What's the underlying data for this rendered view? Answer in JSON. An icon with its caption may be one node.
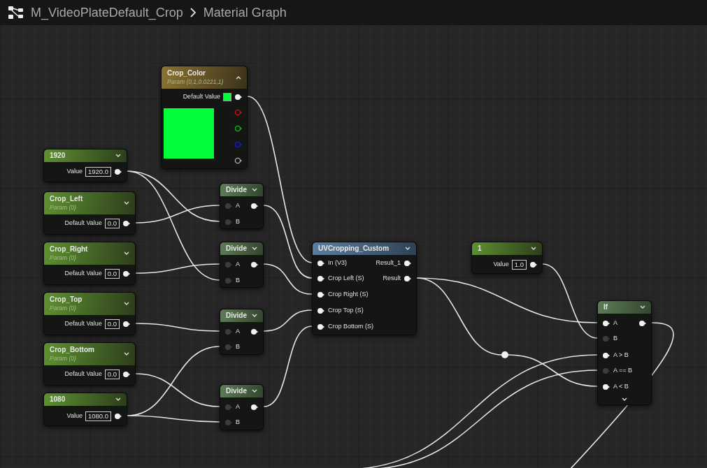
{
  "diagram": {
    "nodes": [
      {
        "text": [
          "Crop_Color",
          "Param (0,1,0.0221,1)",
          "Default Value"
        ]
      },
      {
        "text": [
          "1920",
          "Value",
          "1920.0"
        ]
      },
      {
        "text": [
          "Crop_Left",
          "Param (0)",
          "Default Value",
          "0.0"
        ]
      },
      {
        "text": [
          "Crop_Right",
          "Param (0)",
          "Default Value",
          "0.0"
        ]
      },
      {
        "text": [
          "Crop_Top",
          "Param (0)",
          "Default Value",
          "0.0"
        ]
      },
      {
        "text": [
          "Crop_Bottom",
          "Param (0)",
          "Default Value",
          "0.0"
        ]
      },
      {
        "text": [
          "1080",
          "Value",
          "1080.0"
        ]
      },
      {
        "text": [
          "Divide",
          "A",
          "B"
        ]
      },
      {
        "text": [
          "Divide",
          "A",
          "B"
        ]
      },
      {
        "text": [
          "Divide",
          "A",
          "B"
        ]
      },
      {
        "text": [
          "Divide",
          "A",
          "B"
        ]
      },
      {
        "text": [
          "UVCropping_Custom",
          "In (V3)",
          "Crop Left (S)",
          "Crop Right (S)",
          "Crop Top (S)",
          "Crop Bottom (S)",
          "Result_1",
          "Result"
        ]
      },
      {
        "text": [
          "1",
          "Value",
          "1.0"
        ]
      },
      {
        "text": [
          "If",
          "A",
          "B",
          "A > B",
          "A == B",
          "A < B"
        ]
      },
      {
        "text": [],
        "shape": "circle"
      }
    ],
    "edges": [
      {
        "from": 0,
        "to": 11,
        "arrow": "none"
      },
      {
        "from": 1,
        "to": 7,
        "arrow": "none"
      },
      {
        "from": 1,
        "to": 8,
        "arrow": "none"
      },
      {
        "from": 2,
        "to": 7,
        "arrow": "none"
      },
      {
        "from": 3,
        "to": 8,
        "arrow": "none"
      },
      {
        "from": 4,
        "to": 9,
        "arrow": "none"
      },
      {
        "from": 6,
        "to": 9,
        "arrow": "none"
      },
      {
        "from": 5,
        "to": 10,
        "arrow": "none"
      },
      {
        "from": 6,
        "to": 10,
        "arrow": "none"
      },
      {
        "from": 7,
        "to": 11,
        "arrow": "none"
      },
      {
        "from": 8,
        "to": 11,
        "arrow": "none"
      },
      {
        "from": 9,
        "to": 11,
        "arrow": "none"
      },
      {
        "from": 10,
        "to": 11,
        "arrow": "none"
      },
      {
        "from": 11,
        "to": 14,
        "arrow": "none"
      },
      {
        "from": 14,
        "to": 13,
        "arrow": "none"
      },
      {
        "from": 11,
        "to": 13,
        "arrow": "none"
      },
      {
        "from": 12,
        "to": 13,
        "arrow": "none"
      },
      {
        "from": null,
        "to": 13,
        "arrow": "none"
      },
      {
        "from": null,
        "to": 13,
        "arrow": "none"
      },
      {
        "from": 13,
        "to": null,
        "arrow": "none"
      }
    ],
    "labels": [
      "M_VideoPlateDefault_Crop",
      "Material Graph"
    ]
  }
}
